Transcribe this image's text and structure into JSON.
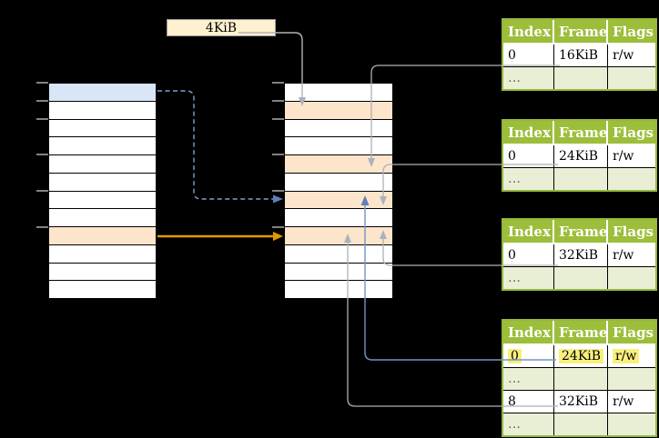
{
  "frame_label": {
    "text": "4KiB"
  },
  "virtual_memory": {
    "description": "virtual-address-space-column",
    "rows": [
      "blue",
      "",
      "",
      "",
      "",
      "",
      "",
      "",
      "orange",
      "",
      "",
      ""
    ]
  },
  "physical_memory": {
    "description": "physical-memory-column",
    "rows": [
      "",
      "orange",
      "",
      "",
      "orange",
      "",
      "orange",
      "",
      "orange",
      "",
      "",
      ""
    ]
  },
  "page_tables": [
    {
      "headers": [
        "Index",
        "Frame",
        "Flags"
      ],
      "rows": [
        {
          "index": "0",
          "frame": "16KiB",
          "flags": "r/w"
        },
        {
          "index": "…",
          "frame": "",
          "flags": ""
        }
      ]
    },
    {
      "headers": [
        "Index",
        "Frame",
        "Flags"
      ],
      "rows": [
        {
          "index": "0",
          "frame": "24KiB",
          "flags": "r/w"
        },
        {
          "index": "…",
          "frame": "",
          "flags": ""
        }
      ]
    },
    {
      "headers": [
        "Index",
        "Frame",
        "Flags"
      ],
      "rows": [
        {
          "index": "0",
          "frame": "32KiB",
          "flags": "r/w"
        },
        {
          "index": "…",
          "frame": "",
          "flags": ""
        }
      ]
    },
    {
      "headers": [
        "Index",
        "Frame",
        "Flags"
      ],
      "rows": [
        {
          "index": "0",
          "frame": "24KiB",
          "flags": "r/w",
          "highlighted": true
        },
        {
          "index": "…",
          "frame": "",
          "flags": ""
        },
        {
          "index": "8",
          "frame": "32KiB",
          "flags": "r/w"
        },
        {
          "index": "…",
          "frame": "",
          "flags": ""
        }
      ]
    }
  ],
  "colors": {
    "table_header_green": "#9cbe3a",
    "table_alt_row_green": "#e8efd5",
    "memory_frame_orange": "#fde5cb",
    "memory_page_blue": "#d9e6f7",
    "label_cream": "#fdf1cf",
    "cell_highlight_yellow": "#f8ef7d",
    "arrow_orange": "#e29a00",
    "arrow_blue": "#5d81b5",
    "arrow_gray": "#b0b0b0"
  }
}
